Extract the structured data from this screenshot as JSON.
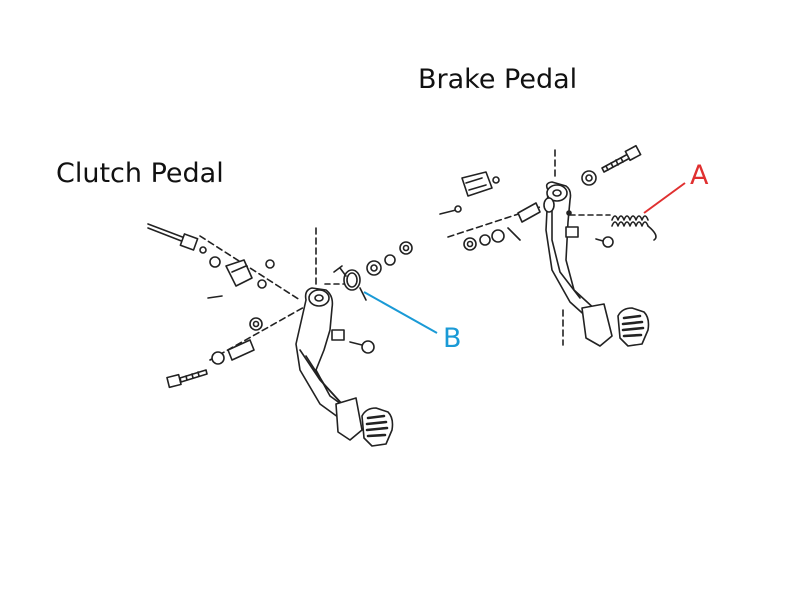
{
  "labels": {
    "brake": "Brake Pedal",
    "clutch": "Clutch Pedal"
  },
  "callouts": {
    "a": {
      "text": "A",
      "color": "#e03030"
    },
    "b": {
      "text": "B",
      "color": "#1a9ad6"
    }
  },
  "colors": {
    "line": "#222222",
    "background": "#ffffff"
  }
}
